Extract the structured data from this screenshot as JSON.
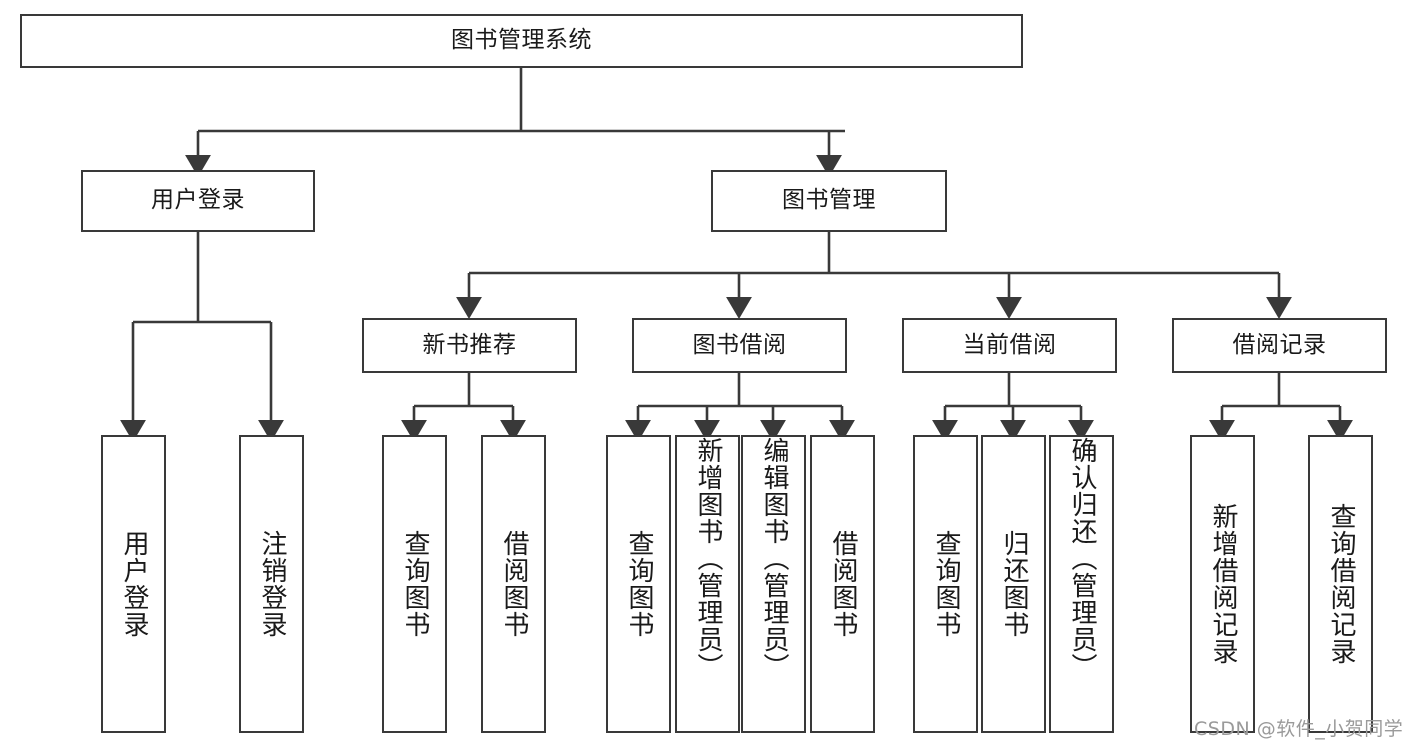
{
  "diagram": {
    "title": "图书管理系统",
    "type": "tree-hierarchy",
    "root": {
      "label": "图书管理系统"
    },
    "level2": [
      {
        "id": "user-login",
        "label": "用户登录"
      },
      {
        "id": "book-management",
        "label": "图书管理"
      }
    ],
    "level3": [
      {
        "id": "new-book-recommend",
        "label": "新书推荐",
        "parent": "book-management"
      },
      {
        "id": "book-borrow",
        "label": "图书借阅",
        "parent": "book-management"
      },
      {
        "id": "current-borrow",
        "label": "当前借阅",
        "parent": "book-management"
      },
      {
        "id": "borrow-record",
        "label": "借阅记录",
        "parent": "book-management"
      }
    ],
    "leaves": {
      "user_login": [
        {
          "id": "leaf-user-login",
          "label": "用户登录"
        },
        {
          "id": "leaf-logout",
          "label": "注销登录"
        }
      ],
      "new_book_recommend": [
        {
          "id": "leaf-query-book-1",
          "label": "查询图书"
        },
        {
          "id": "leaf-borrow-book-1",
          "label": "借阅图书"
        }
      ],
      "book_borrow": [
        {
          "id": "leaf-query-book-2",
          "label": "查询图书"
        },
        {
          "id": "leaf-add-book",
          "label": "新增图书（管理员）"
        },
        {
          "id": "leaf-edit-book",
          "label": "编辑图书（管理员）"
        },
        {
          "id": "leaf-borrow-book-2",
          "label": "借阅图书"
        }
      ],
      "current_borrow": [
        {
          "id": "leaf-query-book-3",
          "label": "查询图书"
        },
        {
          "id": "leaf-return-book",
          "label": "归还图书"
        },
        {
          "id": "leaf-confirm-return",
          "label": "确认归还（管理员）"
        }
      ],
      "borrow_record": [
        {
          "id": "leaf-add-record",
          "label": "新增借阅记录"
        },
        {
          "id": "leaf-query-record",
          "label": "查询借阅记录"
        }
      ]
    }
  },
  "watermark": {
    "text": "CSDN @软件_小贺同学"
  },
  "colors": {
    "stroke": "#393939",
    "box_fill": "#ffffff",
    "text": "#1a1a1a",
    "watermark": "#9a9a9a",
    "background": "#ffffff"
  }
}
